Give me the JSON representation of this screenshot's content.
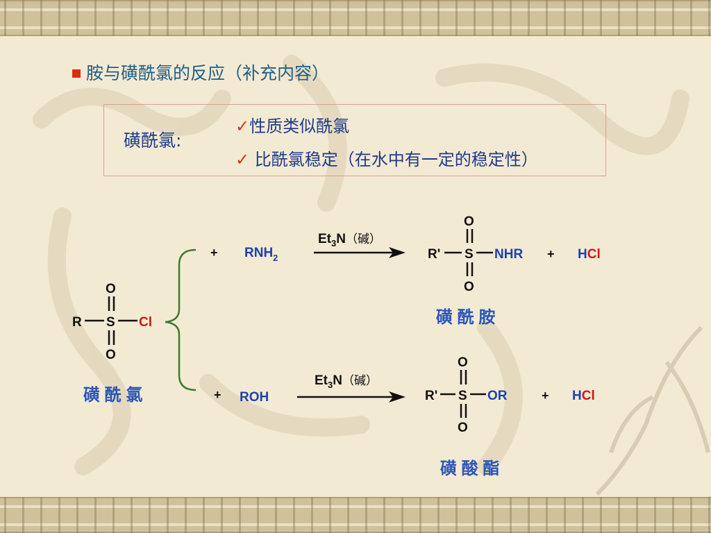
{
  "slide": {
    "title": "胺与磺酰氯的反应（补充内容）",
    "note": {
      "label": "磺酰氯:",
      "items": [
        {
          "check": "✓",
          "text": "性质类似酰氯"
        },
        {
          "check": "✓",
          "text": " 比酰氯稳定（在水中有一定的稳定性）"
        }
      ]
    }
  },
  "scheme": {
    "reactant": {
      "r": "R",
      "s": "S",
      "o_top": "O",
      "o_bottom": "O",
      "cl": "Cl",
      "name": "磺 酰 氯"
    },
    "reaction_1": {
      "plus": "+",
      "reagent_main": "RNH",
      "reagent_sub": "2",
      "condition": {
        "et": "Et",
        "sub": "3",
        "n": "N",
        "base": "（碱）"
      },
      "product": {
        "r": "R'",
        "s": "S",
        "o_top": "O",
        "o_bottom": "O",
        "group": "NHR",
        "name": "磺 酰 胺"
      },
      "plus2": "+",
      "byproduct": {
        "h": "H",
        "cl": "Cl"
      }
    },
    "reaction_2": {
      "plus": "+",
      "reagent": "ROH",
      "condition": {
        "et": "Et",
        "sub": "3",
        "n": "N",
        "base": "（碱）"
      },
      "product": {
        "r": "R'",
        "s": "S",
        "o_top": "O",
        "o_bottom": "O",
        "group": "OR",
        "name": "磺 酸 酯"
      },
      "plus2": "+",
      "byproduct": {
        "h": "H",
        "cl": "Cl"
      }
    }
  },
  "colors": {
    "title": "#1f5f86",
    "note_text": "#1f3a8a",
    "reagent_blue": "#1f3fb0",
    "chlorine_red": "#d01818",
    "bracket_green": "#3f7a2a",
    "bullet": "#e02b10"
  }
}
